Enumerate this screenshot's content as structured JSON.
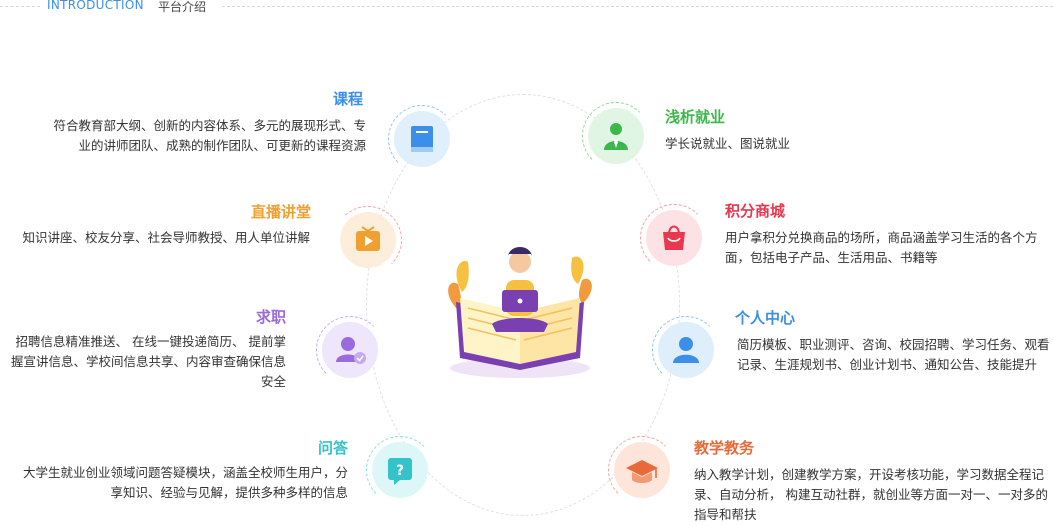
{
  "header": {
    "en": "INTRODUCTION",
    "cn": "平台介绍"
  },
  "features": {
    "course": {
      "title": "课程",
      "desc": "符合教育部大纲、创新的内容体系、多元的展现形式、专业的讲师团队、成熟的制作团队、可更新的课程资源",
      "icon": "book-icon",
      "color": "#3b8fe8"
    },
    "live": {
      "title": "直播讲堂",
      "desc": "知识讲座、校友分享、社会导师教授、用人单位讲解",
      "icon": "play-icon",
      "color": "#f0a030"
    },
    "job": {
      "title": "求职",
      "desc": "招聘信息精准推送、 在线一键投递简历、 提前掌握宣讲信息、学校间信息共享、内容审查确保信息安全",
      "icon": "person-check-icon",
      "color": "#9a6bdc"
    },
    "qa": {
      "title": "问答",
      "desc": "大学生就业创业领域问题答疑模块，涵盖全校师生用户，分享知识、经验与见解，提供多种多样的信息",
      "icon": "question-icon",
      "color": "#35c2c8"
    },
    "career": {
      "title": "浅析就业",
      "desc": "学长说就业、图说就业",
      "icon": "suit-person-icon",
      "color": "#3bb84a"
    },
    "points": {
      "title": "积分商城",
      "desc": "用户拿积分兑换商品的场所，商品涵盖学习生活的各个方面，包括电子产品、生活用品、书籍等",
      "icon": "shopping-bag-icon",
      "color": "#e8384f"
    },
    "personal": {
      "title": "个人中心",
      "desc": "简历模板、职业测评、咨询、校园招聘、学习任务、观看记录、生涯规划书、创业计划书、通知公告、技能提升",
      "icon": "user-icon",
      "color": "#3b8fe8"
    },
    "teaching": {
      "title": "教学教务",
      "desc": "纳入教学计划，创建教学方案，开设考核功能，学习数据全程记录、自动分析， 构建互动社群，就创业等方面一对一、一对多的指导和帮扶",
      "icon": "graduation-cap-icon",
      "color": "#e86a3a"
    }
  }
}
